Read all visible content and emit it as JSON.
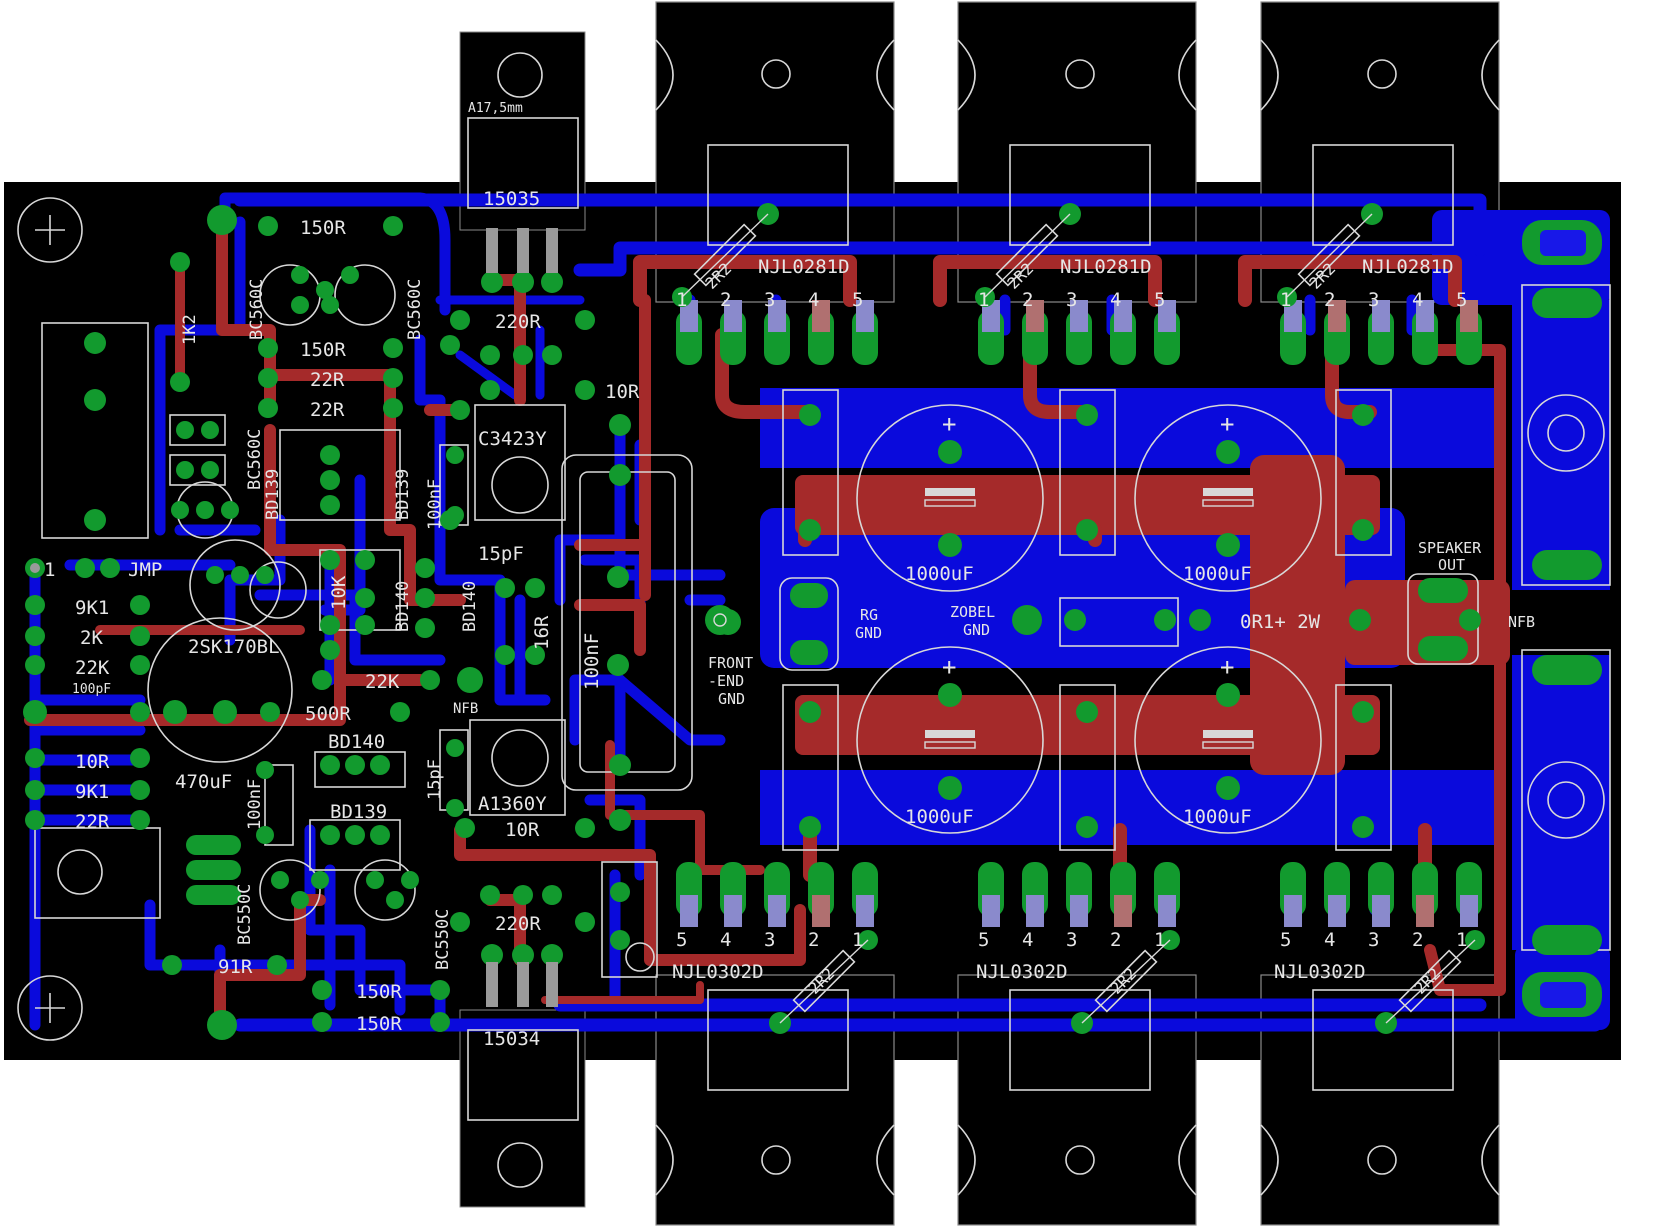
{
  "board": {
    "colors": {
      "background": "#000000",
      "top_copper": "#a52a2a",
      "bottom_copper": "#0a0adc",
      "pads": "#129a2e",
      "silkscreen": "#d8d8d8"
    }
  },
  "heatsink_transistors_top": [
    {
      "label": "NJL0281D",
      "pins": [
        "1",
        "2",
        "3",
        "4",
        "5"
      ],
      "resistor": "2R2"
    },
    {
      "label": "NJL0281D",
      "pins": [
        "1",
        "2",
        "3",
        "4",
        "5"
      ],
      "resistor": "2R2"
    },
    {
      "label": "NJL0281D",
      "pins": [
        "1",
        "2",
        "3",
        "4",
        "5"
      ],
      "resistor": "2R2"
    }
  ],
  "heatsink_transistors_bottom": [
    {
      "label": "NJL0302D",
      "pins": [
        "5",
        "4",
        "3",
        "2",
        "1"
      ],
      "resistor": "2R2"
    },
    {
      "label": "NJL0302D",
      "pins": [
        "5",
        "4",
        "3",
        "2",
        "1"
      ],
      "resistor": "2R2"
    },
    {
      "label": "NJL0302D",
      "pins": [
        "5",
        "4",
        "3",
        "2",
        "1"
      ],
      "resistor": "2R2"
    }
  ],
  "drivers": {
    "top_to": "15035",
    "top_to_note": "A17,5mm",
    "bottom_to": "15034"
  },
  "caps_main": [
    "1000uF",
    "1000uF",
    "1000uF",
    "1000uF"
  ],
  "front_end": {
    "r150_a": "150R",
    "r150_b": "150R",
    "r22_a": "22R",
    "r22_b": "22R",
    "bc560c_a": "BC560C",
    "bc560c_b": "BC560C",
    "bc560c_c": "BC560C",
    "r1k2": "1K2",
    "bd139_a": "BD139",
    "bd139_b": "BD139",
    "bd139_c": "BD139",
    "bd140_a": "BD140",
    "bd140_b": "BD140",
    "bd140_c": "BD140",
    "r10k": "10K",
    "c100nf_a": "100nF",
    "c100nf_b": "100nF",
    "c100nf_c": "100nF",
    "c15pf_a": "15pF",
    "c15pf_b": "15pF",
    "r16r": "16R",
    "r22k_a": "22K",
    "nfb_a": "NFB",
    "jfet": "2SK170BL",
    "r9k1_a": "9K1",
    "r2k": "2K",
    "r22k_b": "22K",
    "c100pf": "100pF",
    "c470uf": "470uF",
    "r500r": "500R",
    "r10r_a": "10R",
    "r9k1_b": "9K1",
    "r22r_c": "22R",
    "bc550c_a": "BC550C",
    "bc550c_b": "BC550C",
    "r91r": "91R",
    "r150_c": "150R",
    "r150_d": "150R",
    "jmp": "JMP",
    "jmp_pin": "1"
  },
  "vas": {
    "r220_a": "220R",
    "r220_b": "220R",
    "r10r_b": "10R",
    "r10r_c": "10R",
    "q_top": "C3423Y",
    "q_bottom": "A1360Y"
  },
  "labels": {
    "front_end_gnd": [
      "FRONT",
      "-END",
      "GND"
    ],
    "rg_gnd": [
      "RG",
      "GND"
    ],
    "zobel_gnd": [
      "ZOBEL",
      "GND"
    ],
    "zobel_r": "0R1+ 2W",
    "speaker_out": [
      "SPEAKER",
      "OUT"
    ],
    "nfb_b": "NFB",
    "plus": "+"
  }
}
